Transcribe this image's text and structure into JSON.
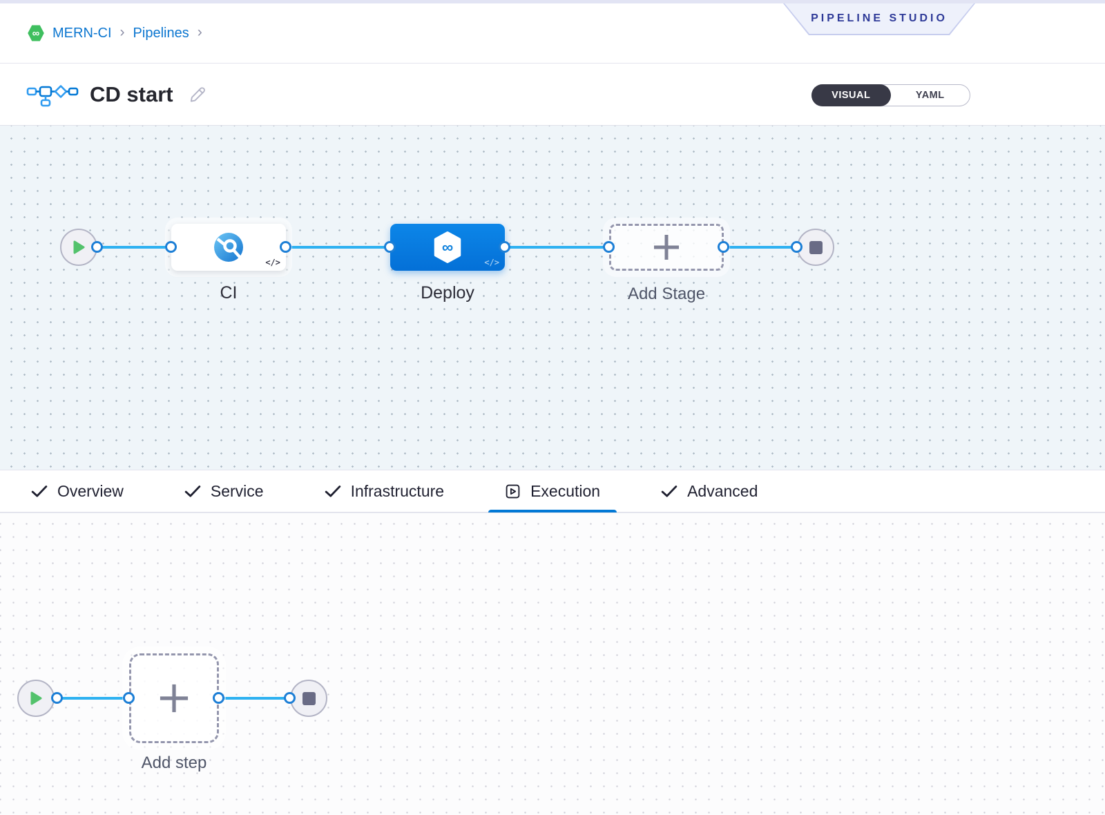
{
  "badge": {
    "label": "PIPELINE STUDIO"
  },
  "breadcrumb": {
    "project": "MERN-CI",
    "section": "Pipelines",
    "separator": "›"
  },
  "header": {
    "title": "CD start"
  },
  "toggle": {
    "visual_label": "VISUAL",
    "yaml_label": "YAML",
    "active": "VISUAL"
  },
  "icons": {
    "infinity": "∞"
  },
  "pipeline": {
    "code_glyph": "</>",
    "stages": [
      {
        "name": "CI",
        "type": "ci-stage",
        "selected": false
      },
      {
        "name": "Deploy",
        "type": "deploy-stage",
        "selected": true
      },
      {
        "name": "Add Stage",
        "type": "add-stage-placeholder",
        "selected": false
      }
    ]
  },
  "tabs": [
    {
      "label": "Overview",
      "icon": "check",
      "active": false
    },
    {
      "label": "Service",
      "icon": "check",
      "active": false
    },
    {
      "label": "Infrastructure",
      "icon": "check",
      "active": false
    },
    {
      "label": "Execution",
      "icon": "execution-play",
      "active": true
    },
    {
      "label": "Advanced",
      "icon": "check",
      "active": false
    }
  ],
  "bottom": {
    "add_step_label": "Add step"
  },
  "colors": {
    "accent_blue": "#0278d5",
    "connector_blue": "#2eb1f1",
    "selected_stage_blue": "#0877dd",
    "play_green": "#53c26c",
    "badge_text_navy": "#2e3a98",
    "toggle_dark": "#383946",
    "canvas_top_bg": "#eff5f9",
    "canvas_bottom_bg": "#fcfcfd"
  }
}
